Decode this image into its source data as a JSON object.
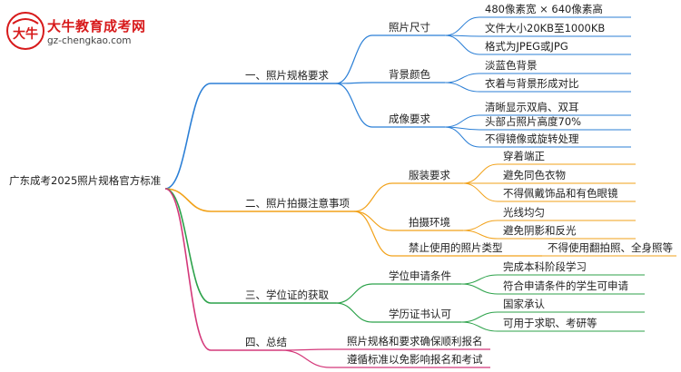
{
  "logo": {
    "name": "大牛教育成考网",
    "url": "gz-chengkao.com",
    "mark_text": "大牛"
  },
  "colors": {
    "blue": "#2b7fd6",
    "orange": "#f2a21a",
    "green": "#2ca24a",
    "magenta": "#d4387a"
  },
  "root": "广东成考2025照片规格官方标准",
  "branches": [
    {
      "label": "一、照片规格要求",
      "color": "blue",
      "children": [
        {
          "label": "照片尺寸",
          "children": [
            "480像素宽 × 640像素高",
            "文件大小20KB至1000KB",
            "格式为JPEG或JPG"
          ]
        },
        {
          "label": "背景颜色",
          "children": [
            "淡蓝色背景",
            "衣着与背景形成对比"
          ]
        },
        {
          "label": "成像要求",
          "children": [
            "清晰显示双肩、双耳",
            "头部占照片高度70%",
            "不得镜像或旋转处理"
          ]
        }
      ]
    },
    {
      "label": "二、照片拍摄注意事项",
      "color": "orange",
      "children": [
        {
          "label": "服装要求",
          "children": [
            "穿着端正",
            "避免同色衣物",
            "不得佩戴饰品和有色眼镜"
          ]
        },
        {
          "label": "拍摄环境",
          "children": [
            "光线均匀",
            "避免阴影和反光"
          ]
        },
        {
          "label": "禁止使用的照片类型",
          "children": [
            "不得使用翻拍照、全身照等"
          ]
        }
      ]
    },
    {
      "label": "三、学位证的获取",
      "color": "green",
      "children": [
        {
          "label": "学位申请条件",
          "children": [
            "完成本科阶段学习",
            "符合申请条件的学生可申请"
          ]
        },
        {
          "label": "学历证书认可",
          "children": [
            "国家承认",
            "可用于求职、考研等"
          ]
        }
      ]
    },
    {
      "label": "四、总结",
      "color": "magenta",
      "children": [
        {
          "label": "照片规格和要求确保顺利报名",
          "children": []
        },
        {
          "label": "遵循标准以免影响报名和考试",
          "children": []
        }
      ]
    }
  ]
}
